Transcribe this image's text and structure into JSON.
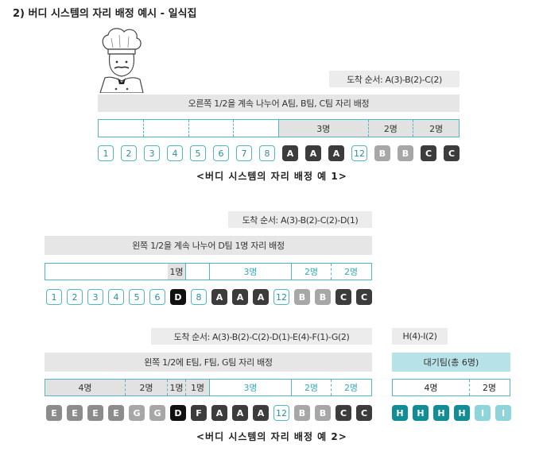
{
  "title": "2) 버디 시스템의 자리 배정 예시 - 일식집",
  "example1": {
    "arrival": "도착 순서: A(3)-B(2)-C(2)",
    "instruction": "오른쪽 1/2을 계속 나누어 A팀, B팀, C팀 자리 배정",
    "seat_labels": [
      "3명",
      "2명",
      "2명"
    ],
    "badges": [
      "1",
      "2",
      "3",
      "4",
      "5",
      "6",
      "7",
      "8",
      "A",
      "A",
      "A",
      "12",
      "B",
      "B",
      "C",
      "C"
    ],
    "caption": "<버디 시스템의 자리 배정 예 1>"
  },
  "example2": {
    "arrival_a": "도착 순서: A(3)-B(2)-C(2)-D(1)",
    "instruction_a": "왼쪽 1/2을 계속 나누어 D팀 1명 자리 배정",
    "seat_labels_a": [
      "1명",
      "3명",
      "2명",
      "2명"
    ],
    "badges_a": [
      "1",
      "2",
      "3",
      "4",
      "5",
      "6",
      "D",
      "8",
      "A",
      "A",
      "A",
      "12",
      "B",
      "B",
      "C",
      "C"
    ],
    "arrival_b": "도착 순서: A(3)-B(2)-C(2)-D(1)-E(4)-F(1)-G(2)",
    "waiting_arrival": "H(4)-I(2)",
    "instruction_b": "왼쪽 1/2에 E팀, F팀, G팀 자리 배정",
    "waiting_label": "대기팀(총 6명)",
    "seat_labels_b": [
      "4명",
      "2명",
      "1명",
      "1명",
      "3명",
      "2명",
      "2명"
    ],
    "waiting_seat_labels": [
      "4명",
      "2명"
    ],
    "badges_b": [
      "E",
      "E",
      "E",
      "E",
      "G",
      "G",
      "D",
      "F",
      "A",
      "A",
      "A",
      "12",
      "B",
      "B",
      "C",
      "C"
    ],
    "waiting_badges": [
      "H",
      "H",
      "H",
      "H",
      "I",
      "I"
    ],
    "caption": "<버디 시스템의 자리 배정 예 2>"
  }
}
